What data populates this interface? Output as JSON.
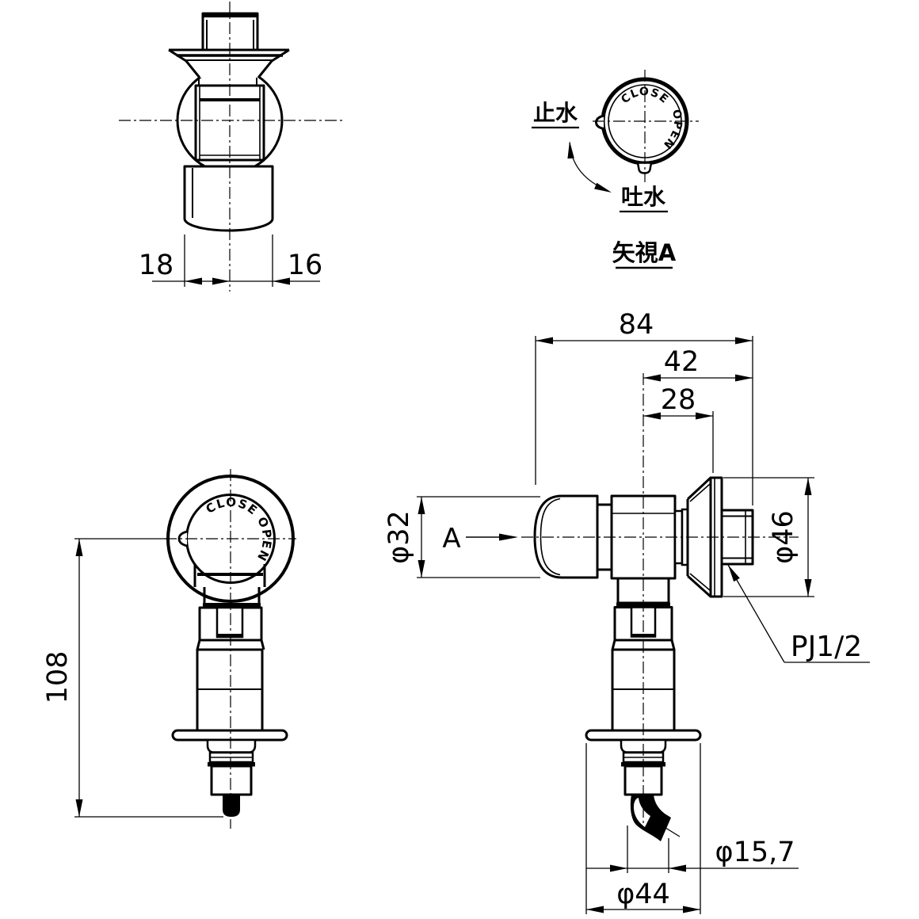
{
  "drawing": {
    "background": "#ffffff",
    "line_color": "#000000",
    "top_view": {
      "dim_left": "18",
      "dim_right": "16"
    },
    "view_a": {
      "stop_water_label": "止水",
      "discharge_water_label": "吐水",
      "caption": "矢視A",
      "close_label": "CLOSE",
      "open_label": "OPEN"
    },
    "front_view": {
      "height_dim": "108",
      "close_label": "CLOSE",
      "open_label": "OPEN"
    },
    "side_view": {
      "overall_width_dim": "84",
      "axis_to_wall_end_dim": "42",
      "axis_to_wall_face_dim": "28",
      "handle_dia_dim": "φ32",
      "view_direction_label": "A",
      "escutcheon_dia_dim": "φ46",
      "thread_label": "PJ1/2",
      "spout_dia_dim": "φ15,7",
      "flange_dia_dim": "φ44"
    }
  }
}
